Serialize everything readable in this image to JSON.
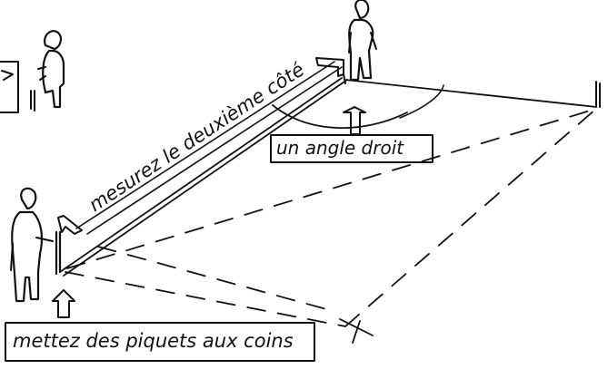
{
  "labels": {
    "measure_side": "mesurez le deuxième côté",
    "right_angle": "un angle droit",
    "corner_stakes": "mettez des piquets aux coins"
  },
  "colors": {
    "ink": "#111111",
    "paper": "#ffffff"
  }
}
